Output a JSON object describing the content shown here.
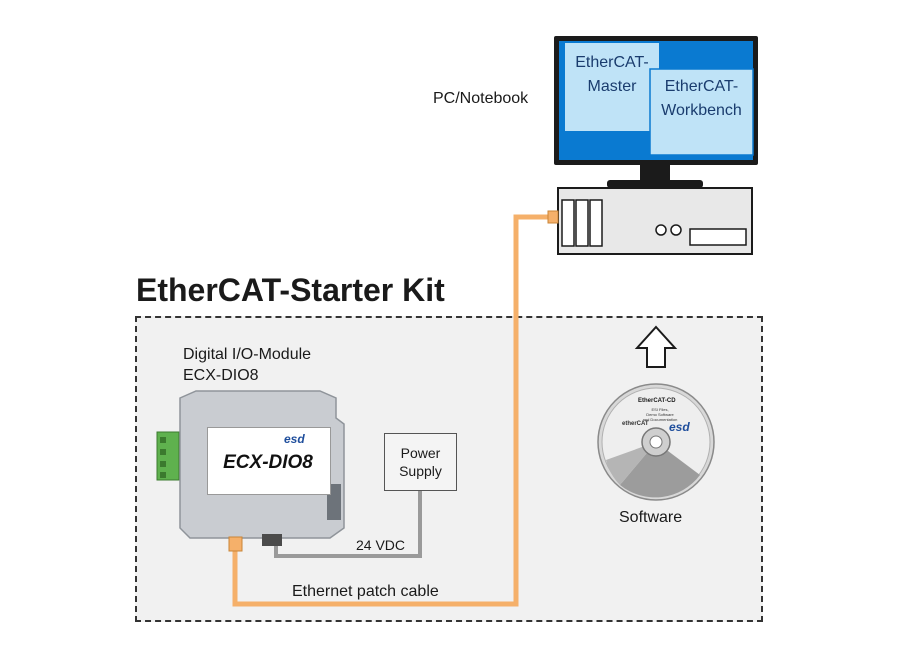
{
  "kit": {
    "title": "EtherCAT-Starter Kit"
  },
  "pc": {
    "label": "PC/Notebook",
    "window_master": {
      "line1": "EtherCAT-",
      "line2": "Master"
    },
    "window_workbench": {
      "line1": "EtherCAT-",
      "line2": "Workbench"
    }
  },
  "module": {
    "caption_line1": "Digital I/O-Module",
    "caption_line2": "ECX-DIO8",
    "face_name": "ECX-DIO8",
    "logo": "esd"
  },
  "power_supply": {
    "line1": "Power",
    "line2": "Supply",
    "voltage_label": "24 VDC"
  },
  "cable": {
    "label": "Ethernet patch cable"
  },
  "software": {
    "label": "Software",
    "cd_title": "EtherCAT-CD",
    "cd_brand": "etherCAT",
    "cd_lines": [
      "ESI Files,",
      "Demo Software",
      "and Documentation"
    ]
  },
  "colors": {
    "cable": "#f5b06a",
    "power_wire": "#9a9a9a",
    "screen": "#0a7ad1",
    "window": "#bfe3f7",
    "terminal": "#5fb14e"
  }
}
